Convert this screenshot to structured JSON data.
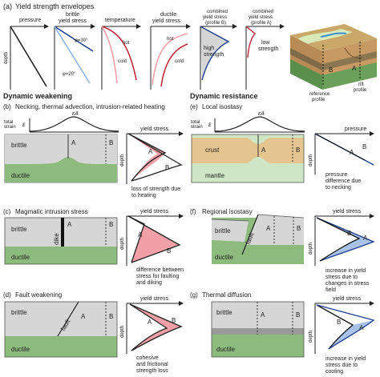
{
  "section_a": {
    "label": "(a)",
    "title": "Yield strength envelopes",
    "pressure": "pressure",
    "brittle_yield_stress": [
      "brittle",
      "yield stress"
    ],
    "temperature": "temperature",
    "ductile_yield_stress": [
      "ductile",
      "yield stress"
    ],
    "combined_b": [
      "combined",
      "yield stress",
      "(profile B)"
    ],
    "combined_a": [
      "combined",
      "yield stress",
      "(profile A)"
    ],
    "depth": "depth",
    "phi30": "φ=30°",
    "phi20": "φ=20°",
    "hot": "hot",
    "cold": "cold",
    "high_strength": [
      "high",
      "strength"
    ],
    "low_strength": [
      "low",
      "strength"
    ],
    "block_B": "B",
    "block_A": "A",
    "reference_profile": [
      "reference",
      "profile"
    ],
    "rift_profile": [
      "rift",
      "profile"
    ]
  },
  "weakening": {
    "title": "Dynamic weakening",
    "b": {
      "label": "(b)",
      "title": "Necking, thermal advection, intrusion-related heating",
      "total_strain": [
        "total",
        "strain"
      ],
      "eps": "ε",
      "eps_A": "εA",
      "brittle": "brittle",
      "ductile": "ductile",
      "A": "A",
      "B": "B",
      "yield_stress": "yield stress",
      "depth": "depth",
      "note": [
        "loss of strength due",
        "to heating"
      ]
    },
    "c": {
      "label": "(c)",
      "title": "Magmatic intrusion stress",
      "brittle": "brittle",
      "ductile": "ductile",
      "dike": "dike",
      "A": "A",
      "B": "B",
      "yield_stress": "yield stress",
      "depth": "depth",
      "note": [
        "difference between",
        "stress for faulting",
        "and diking"
      ]
    },
    "d": {
      "label": "(d)",
      "title": "Fault weakening",
      "brittle": "brittle",
      "ductile": "ductile",
      "fault": "fault",
      "A": "A",
      "B": "B",
      "yield_stress": "yield stress",
      "depth": "depth",
      "note": [
        "cohesive",
        "and frictional",
        "strength loss"
      ]
    }
  },
  "resistance": {
    "title": "Dynamic resistance",
    "e": {
      "label": "(e)",
      "title": "Local isostasy",
      "total_strain": [
        "total",
        "strain"
      ],
      "eps": "ε",
      "eps_A": "εA",
      "crust": "crust",
      "mantle": "mantle",
      "A": "A",
      "B": "B",
      "pressure": "pressure",
      "depth": "depth",
      "note": [
        "pressure",
        "difference due",
        "to necking"
      ]
    },
    "f": {
      "label": "(f)",
      "title": "Regional isostasy",
      "brittle": "brittle",
      "ductile": "ductile",
      "fault": "fault",
      "A": "A",
      "B": "B",
      "yield_stress": "yield stress",
      "depth": "depth",
      "note": [
        "increase in yield",
        "stress due to",
        "changes in stress",
        "field"
      ]
    },
    "g": {
      "label": "(g)",
      "title": "Thermal diffusion",
      "brittle": "brittle",
      "ductile": "ductile",
      "A": "A",
      "B": "B",
      "yield_stress": "yield stress",
      "depth": "depth",
      "note": [
        "increase in yield",
        "stress due to",
        "cooling"
      ]
    }
  },
  "colors": {
    "grey": "#d6d6d6",
    "green": "#8dbb7e",
    "crust": "#e4c48f",
    "mantle": "#cfe6c6",
    "red": "#c0283a",
    "pink": "#f2a0a8",
    "blue": "#2d4fa3",
    "lightblue": "#a9c2e8"
  }
}
